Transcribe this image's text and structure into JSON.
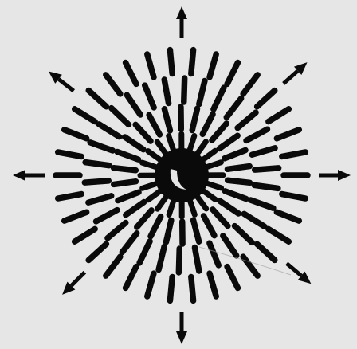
{
  "figure": {
    "background": "#e6e6e6",
    "ink": "#0a0a0a",
    "dash_rings": [
      {
        "count": 34
      },
      {
        "count": 30
      },
      {
        "count": 26
      },
      {
        "count": 20
      }
    ],
    "arrows": [
      {
        "name": "arrow-up-icon",
        "direction_deg": -90
      },
      {
        "name": "arrow-up-right-icon",
        "direction_deg": -42
      },
      {
        "name": "arrow-right-icon",
        "direction_deg": 0
      },
      {
        "name": "arrow-down-right-icon",
        "direction_deg": 40
      },
      {
        "name": "arrow-down-icon",
        "direction_deg": 90
      },
      {
        "name": "arrow-down-left-icon",
        "direction_deg": 135
      },
      {
        "name": "arrow-left-icon",
        "direction_deg": 180
      },
      {
        "name": "arrow-up-left-icon",
        "direction_deg": -142
      }
    ]
  }
}
